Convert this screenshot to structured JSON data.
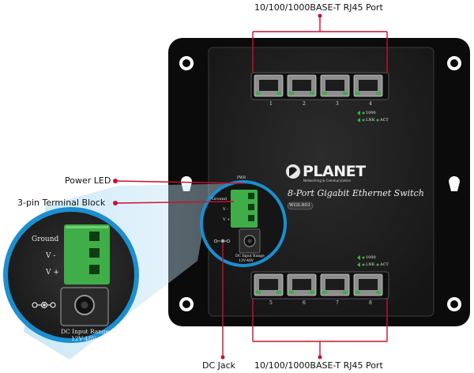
{
  "callouts": {
    "rj45_top": "10/100/1000BASE-T RJ45 Port",
    "rj45_bottom": "10/100/1000BASE-T RJ45 Port",
    "power_led": "Power LED",
    "terminal_block": "3-pin Terminal Block",
    "dc_jack": "DC Jack"
  },
  "device": {
    "brand": "PLANET",
    "brand_tagline": "Networking & Communication",
    "product_name": "8-Port Gigabit Ethernet Switch",
    "model": "WGS-803",
    "pwr_label": "PWR",
    "top_ports": [
      "1",
      "2",
      "3",
      "4"
    ],
    "bottom_ports": [
      "5",
      "6",
      "7",
      "8"
    ],
    "led_legend": {
      "speed": "1000",
      "link": "LNK",
      "act": "ACT"
    }
  },
  "terminal": {
    "ground": "Ground",
    "v_minus": "V -",
    "v_plus": "V +",
    "dc_range_1": "DC Input Range",
    "dc_range_2": "12V-48V"
  },
  "colors": {
    "callout_line": "#c8102e",
    "panel": "#1a1a1a",
    "terminal_green": "#3fae49",
    "zoom_ring": "#1b8fd0"
  }
}
